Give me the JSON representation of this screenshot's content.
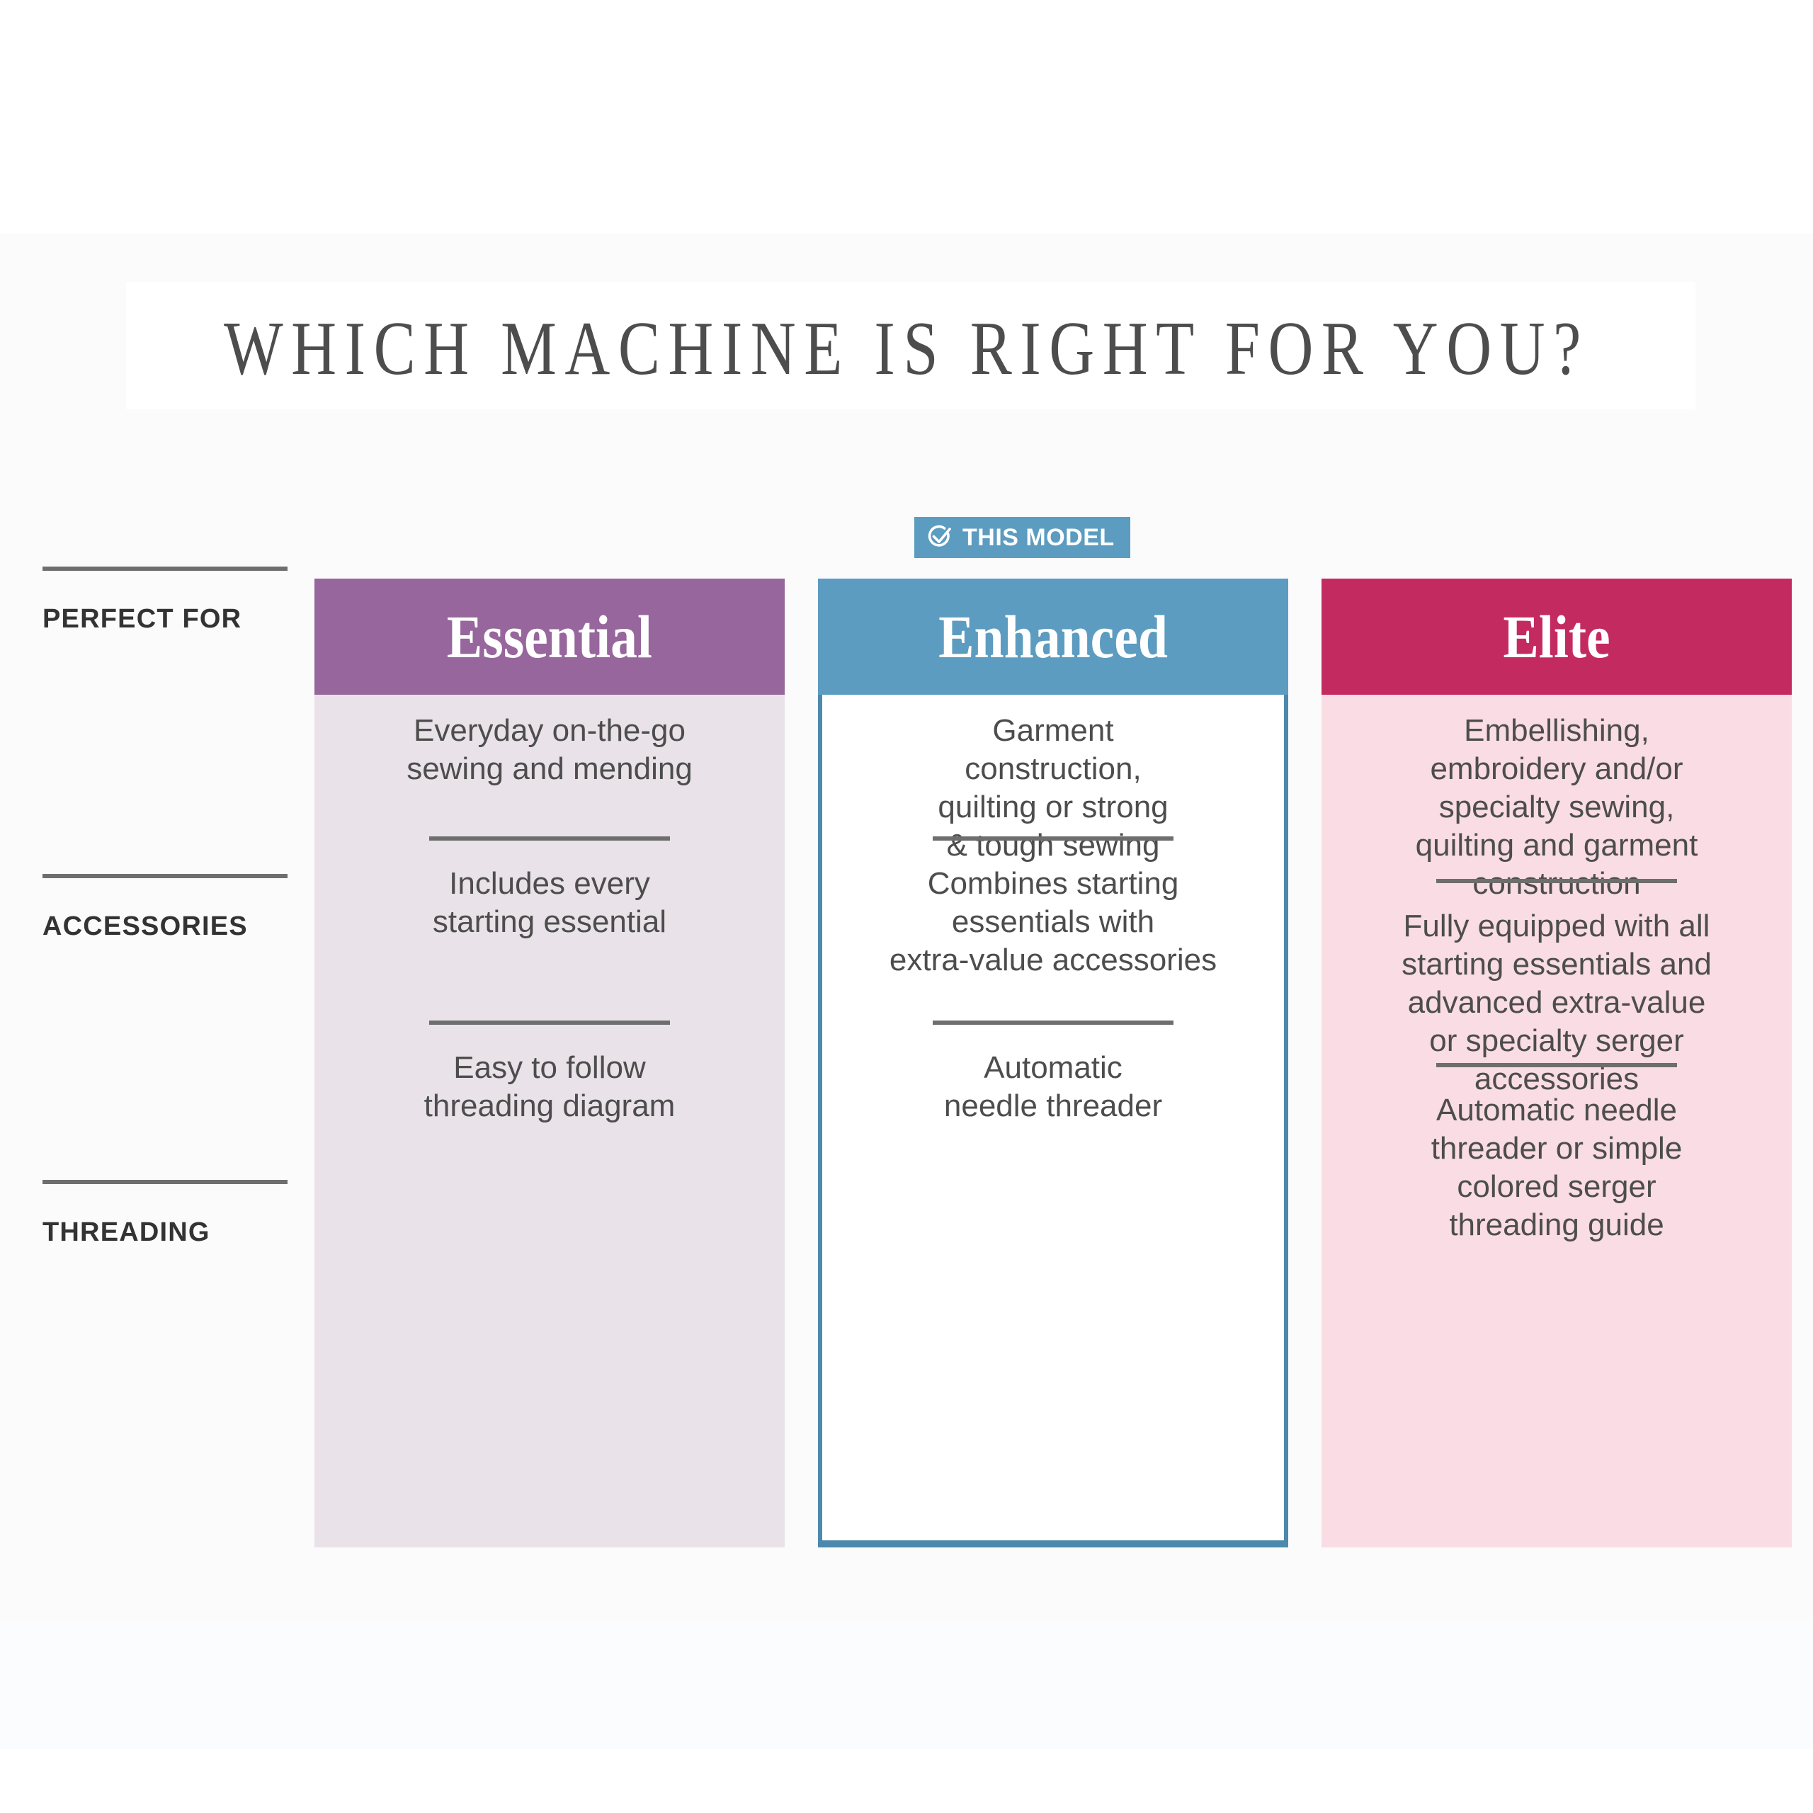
{
  "page": {
    "title": "WHICH MACHINE IS RIGHT FOR YOU?"
  },
  "badge": {
    "label": "THIS MODEL",
    "icon": "check-circle-icon",
    "color": "#5c9cc0",
    "applies_to": "Enhanced"
  },
  "row_labels": [
    {
      "label": "PERFECT FOR"
    },
    {
      "label": "ACCESSORIES"
    },
    {
      "label": "THREADING"
    }
  ],
  "columns": [
    {
      "name": "Essential",
      "header_color": "#96669c",
      "body_color": "#e9e2e8",
      "highlighted": false,
      "cells": {
        "perfect_for": "Everyday on-the-go\nsewing and mending",
        "accessories": "Includes every\nstarting essential",
        "threading": "Easy to follow\nthreading diagram"
      }
    },
    {
      "name": "Enhanced",
      "header_color": "#5c9cc0",
      "body_color": "#ffffff",
      "highlighted": true,
      "cells": {
        "perfect_for": "Garment\nconstruction,\nquilting or strong\n& tough sewing",
        "accessories": "Combines starting\nessentials with\nextra-value accessories",
        "threading": "Automatic\nneedle threader"
      }
    },
    {
      "name": "Elite",
      "header_color": "#c32b60",
      "body_color": "#f9dce4",
      "highlighted": false,
      "cells": {
        "perfect_for": "Embellishing,\nembroidery and/or\nspecialty sewing,\nquilting and garment\nconstruction",
        "accessories": "Fully equipped with all\nstarting essentials and\nadvanced extra-value\nor specialty serger\naccessories",
        "threading": "Automatic needle\nthreader or simple\ncolored serger\nthreading guide"
      }
    }
  ]
}
